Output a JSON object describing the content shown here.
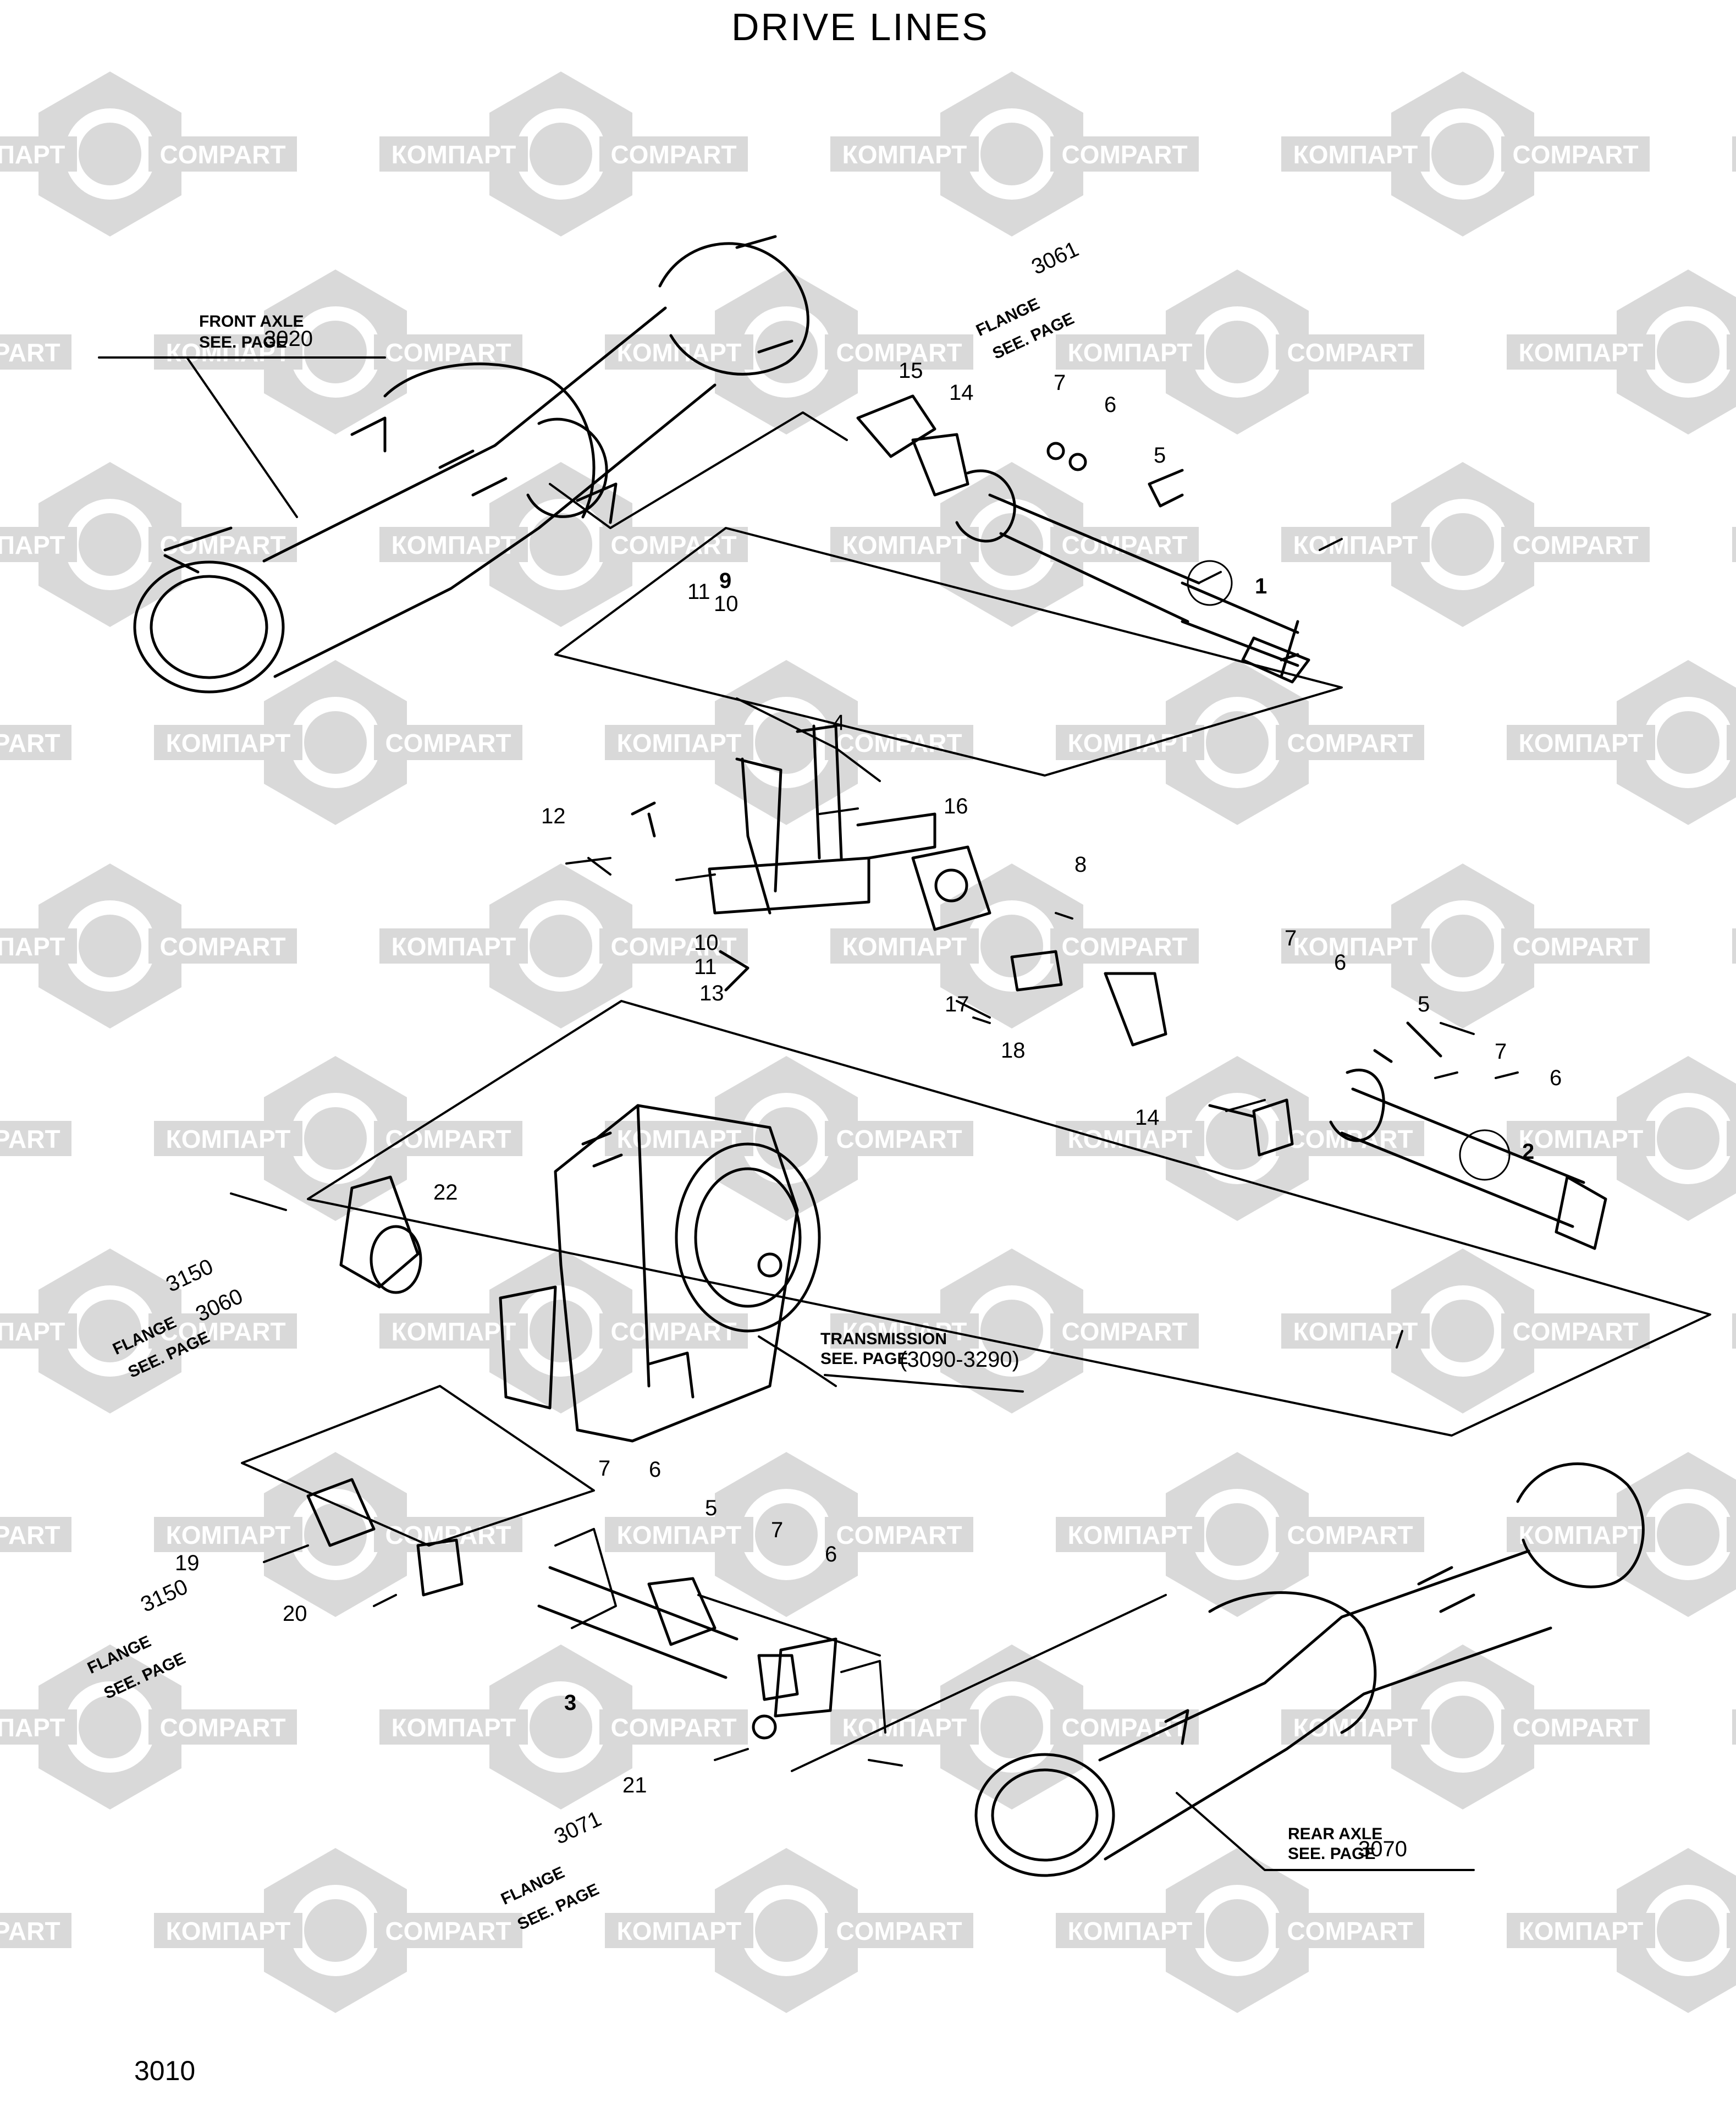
{
  "header": {
    "title": "DRIVE  LINES"
  },
  "footer": {
    "page_number": "3010"
  },
  "watermarks": {
    "latin": "COMPART",
    "cyrillic": "КОМПАРТ"
  },
  "references": {
    "front_axle": {
      "label": "FRONT  AXLE",
      "see": "SEE.  PAGE",
      "page": "3020"
    },
    "flange_top": {
      "label": "FLANGE",
      "see": "SEE.  PAGE",
      "page": "3061"
    },
    "flange_left": {
      "label": "FLANGE",
      "see": "SEE.  PAGE",
      "page": "3150"
    },
    "flange_left_alt": "3060",
    "flange_bottom_left": {
      "label": "FLANGE",
      "see": "SEE.  PAGE",
      "page": "3150"
    },
    "flange_bottom": {
      "label": "FLANGE",
      "see": "SEE.  PAGE",
      "page": "3071"
    },
    "transmission": {
      "label": "TRANSMISSION",
      "see": "SEE.  PAGE",
      "page": "(3090-3290)"
    },
    "rear_axle": {
      "label": "REAR  AXLE",
      "see": "SEE.  PAGE",
      "page": "3070"
    }
  },
  "callouts": {
    "c1": "1",
    "c2": "2",
    "c3": "3",
    "c4": "4",
    "c5a": "5",
    "c5b": "5",
    "c5c": "5",
    "c6a": "6",
    "c6b": "6",
    "c6c": "6",
    "c6d": "6",
    "c6e": "6",
    "c7a": "7",
    "c7b": "7",
    "c7c": "7",
    "c7d": "7",
    "c7e": "7",
    "c8": "8",
    "c9": "9",
    "c10a": "10",
    "c10b": "10",
    "c11a": "11",
    "c11b": "11",
    "c12": "12",
    "c13": "13",
    "c14a": "14",
    "c14b": "14",
    "c15": "15",
    "c16": "16",
    "c17": "17",
    "c18": "18",
    "c19": "19",
    "c20": "20",
    "c21": "21",
    "c22": "22"
  },
  "colors": {
    "ink": "#000000",
    "watermark": "#d9d9d9",
    "watermark_text": "#ffffff"
  }
}
